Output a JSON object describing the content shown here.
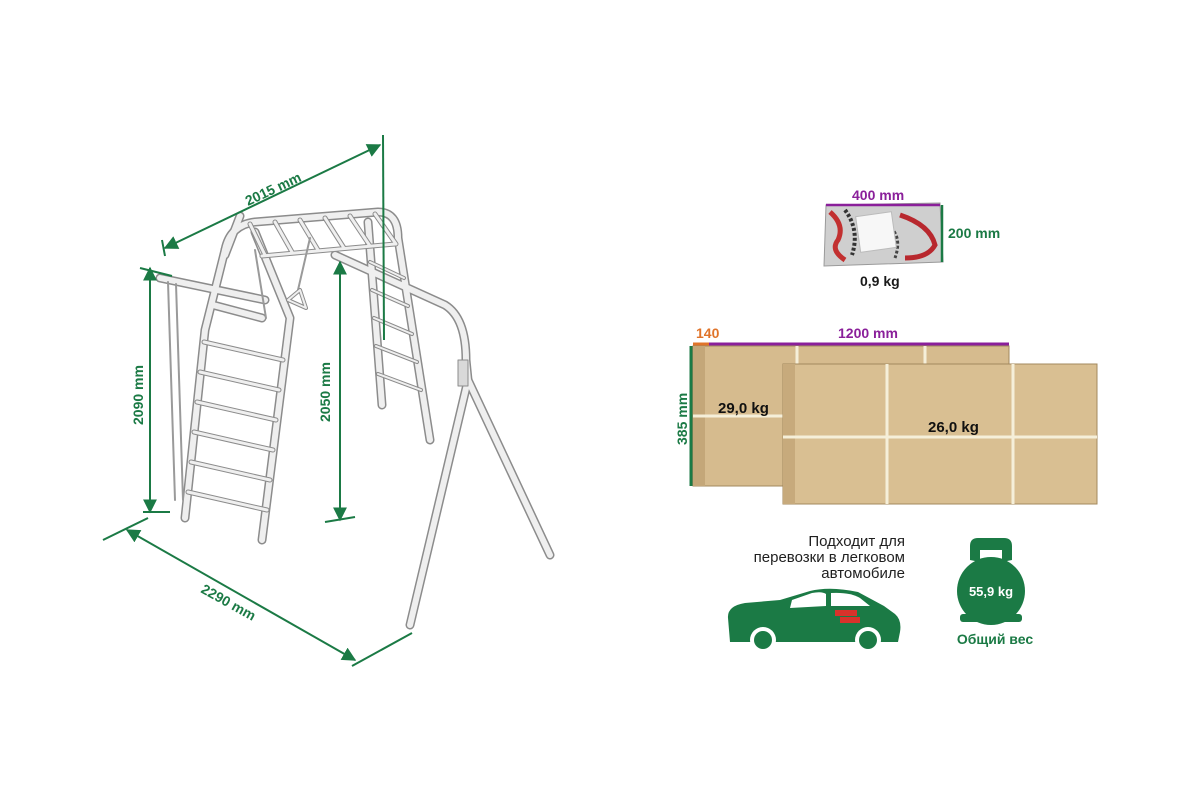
{
  "structure": {
    "width_label": "2015 mm",
    "depth_label": "2290 mm",
    "height_label": "2090 mm",
    "inner_height_label": "2050 mm"
  },
  "small_package": {
    "width_label": "400 mm",
    "height_label": "200 mm",
    "weight_label": "0,9 kg"
  },
  "boxes": {
    "depth_label": "140",
    "length_label": "1200 mm",
    "height_label": "385 mm",
    "box1_weight": "29,0 kg",
    "box2_weight": "26,0 kg"
  },
  "transport_note": {
    "line1": "Подходит для",
    "line2": "перевозки в легковом",
    "line3": "автомобиле"
  },
  "total": {
    "weight": "55,9 kg",
    "caption": "Общий вес"
  },
  "colors": {
    "dimension_green": "#1b7a45",
    "dimension_purple": "#8a1f9a",
    "dimension_orange": "#e0742a",
    "cardboard": "#d4b88c",
    "frame": "#eeeeee"
  },
  "icons": [
    "car-icon",
    "kettlebell-icon",
    "rope-ladder-package"
  ]
}
